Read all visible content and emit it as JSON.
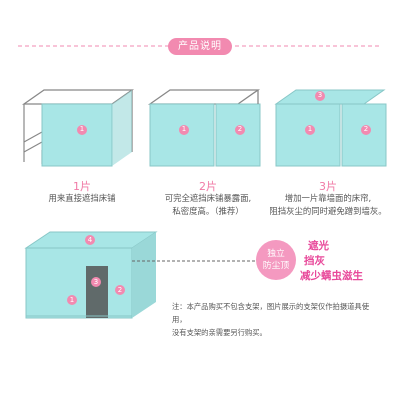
{
  "header": {
    "title": "产品说明"
  },
  "options": [
    {
      "count": "1片",
      "desc_line1": "用来直接遮挡床铺",
      "desc_line2": ""
    },
    {
      "count": "2片",
      "desc_line1": "可完全遮挡床铺暴露面,",
      "desc_line2": "私密度高。（推荐）"
    },
    {
      "count": "3片",
      "desc_line1": "增加一片靠墙面的床帘,",
      "desc_line2": "阻挡灰尘的同时避免蹭到墙灰。"
    }
  ],
  "panel_numbers": {
    "one": "1",
    "two": "2",
    "three": "3",
    "four": "4"
  },
  "top_panel": {
    "badge_line1": "独立",
    "badge_line2": "防尘顶"
  },
  "features": [
    "遮光",
    "挡灰",
    "减少螨虫滋生"
  ],
  "note": {
    "line1": "注：本产品购买不包含支架，图片展示的支架仅作拍摄道具使用，",
    "line2": "没有支架的亲需要另行购买。"
  },
  "colors": {
    "accent": "#f07aa6",
    "curtain": "#a8e6e6",
    "frame": "#888888"
  }
}
